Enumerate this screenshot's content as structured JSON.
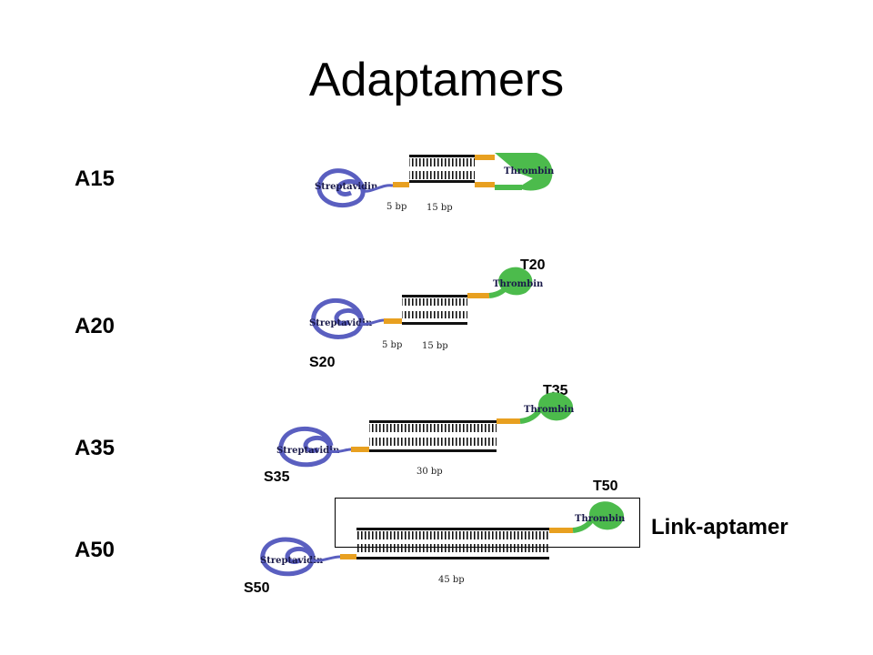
{
  "title": "Adaptamers",
  "rows": [
    {
      "label": "A15",
      "s_label": "",
      "t_label": ""
    },
    {
      "label": "A20",
      "s_label": "S20",
      "t_label": "T20"
    },
    {
      "label": "A35",
      "s_label": "S35",
      "t_label": "T35"
    },
    {
      "label": "A50",
      "s_label": "S50",
      "t_label": "T50"
    }
  ],
  "figure_text": {
    "streptavidin": "Streptavidin",
    "thrombin": "Thrombin",
    "bp5": "5 bp",
    "bp15": "15 bp",
    "bp30": "30 bp",
    "bp45": "45 bp"
  },
  "callout": "Link-aptamer",
  "colors": {
    "streptavidin": "#5a5fc0",
    "linker": "#e8a020",
    "thrombin": "#4cbb4c",
    "dna": "#111111"
  }
}
